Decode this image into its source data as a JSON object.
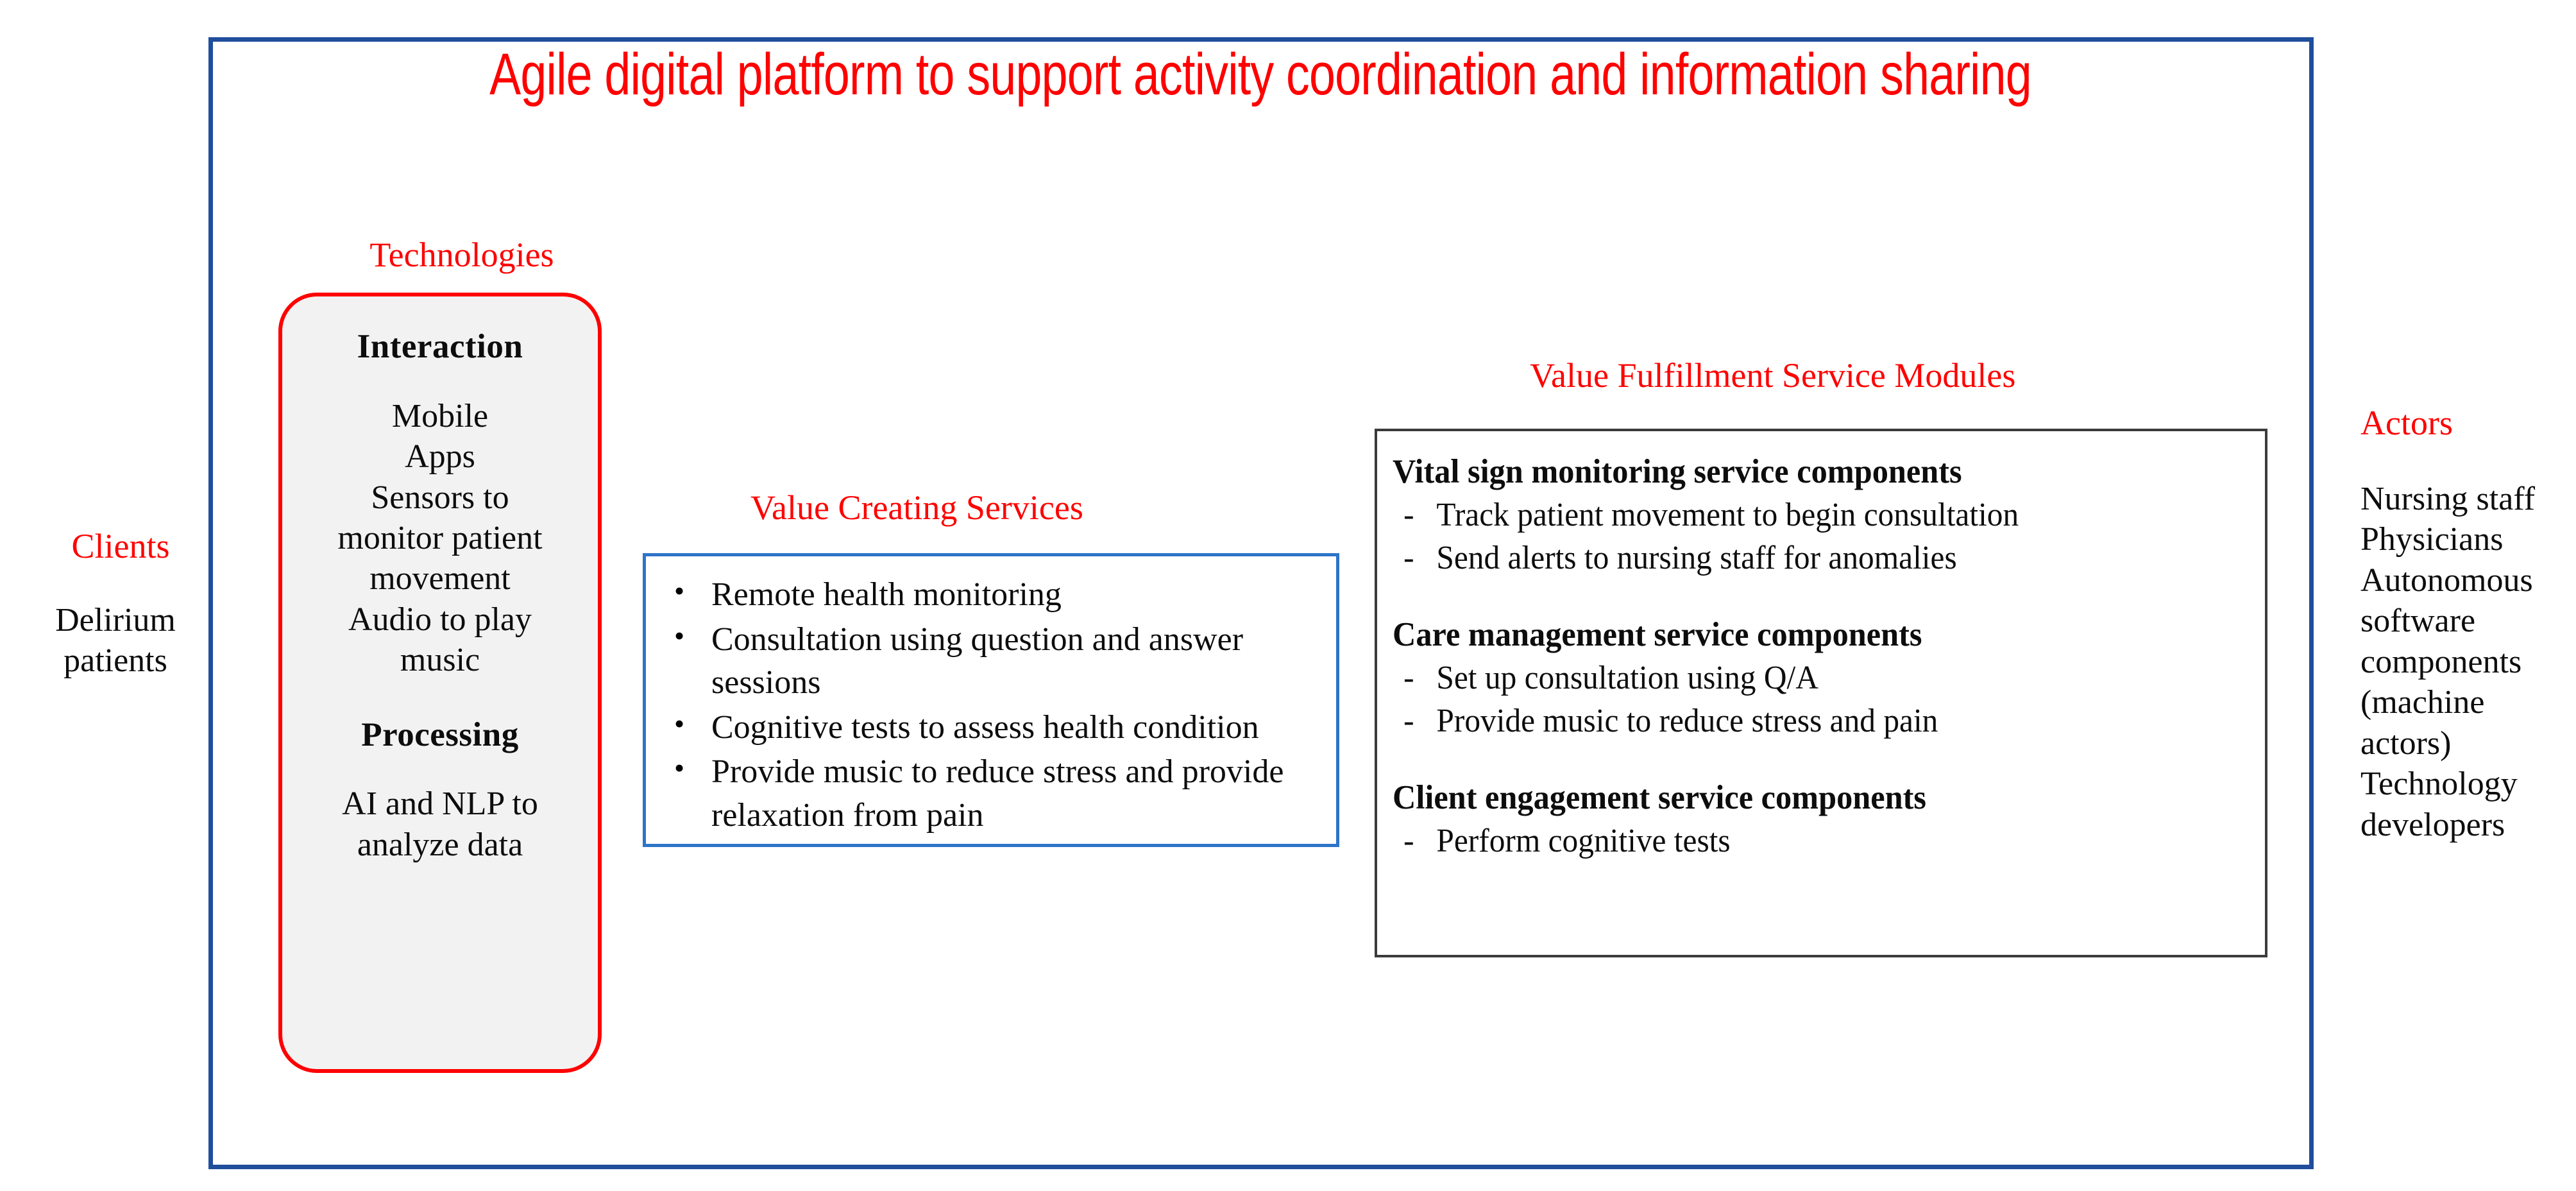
{
  "title": "Agile digital platform to support activity coordination and information sharing",
  "colors": {
    "accent_red": "#FF0000",
    "frame_blue": "#1F4E9C",
    "box_blue": "#2E74C8",
    "box_gray_fill": "#F2F2F2",
    "text_black": "#0d0d0d"
  },
  "clients": {
    "label": "Clients",
    "items": [
      "Delirium",
      "patients"
    ]
  },
  "technologies": {
    "label": "Technologies",
    "interaction_heading": "Interaction",
    "interaction_items": [
      "Mobile",
      "Apps",
      "Sensors to",
      "monitor patient",
      "movement",
      "Audio to play",
      "music"
    ],
    "processing_heading": "Processing",
    "processing_items": [
      "AI and NLP to",
      "analyze data"
    ]
  },
  "value_creating_services": {
    "label": "Value Creating Services",
    "bullets": [
      "Remote health monitoring",
      "Consultation using question and answer sessions",
      "Cognitive tests to assess health condition",
      "Provide music to reduce stress and provide relaxation from pain"
    ]
  },
  "value_fulfillment_modules": {
    "label": "Value Fulfillment Service Modules",
    "groups": [
      {
        "heading": "Vital sign monitoring service components",
        "items": [
          "Track patient movement to begin consultation",
          "Send alerts to nursing staff for anomalies"
        ]
      },
      {
        "heading": "Care management service components",
        "items": [
          "Set up consultation using Q/A",
          "Provide music to reduce stress and pain"
        ]
      },
      {
        "heading": "Client engagement service components",
        "items": [
          "Perform cognitive tests"
        ]
      }
    ]
  },
  "actors": {
    "label": "Actors",
    "items": [
      "Nursing staff",
      "Physicians",
      "Autonomous",
      "software",
      "components",
      "(machine",
      "actors)",
      "Technology",
      "developers"
    ]
  }
}
